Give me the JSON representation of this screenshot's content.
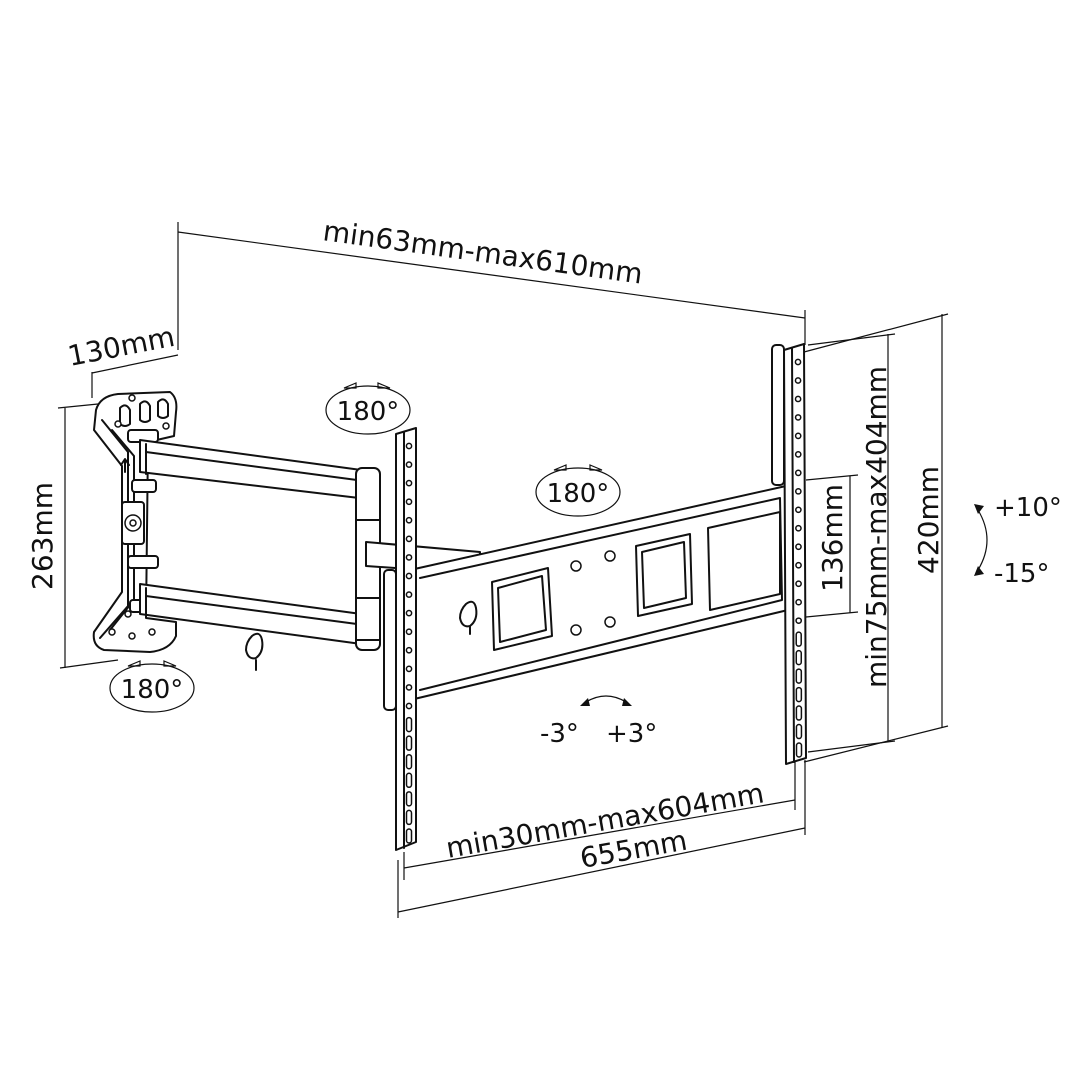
{
  "dimensions": {
    "arm_extension": "min63mm-max610mm",
    "wall_plate_depth": "130mm",
    "wall_plate_height": "263mm",
    "vesa_vertical_range": "min75mm-max404mm",
    "panel_height": "420mm",
    "arm_plate_height": "136mm",
    "vesa_horizontal_range": "min30mm-max604mm",
    "total_width": "655mm"
  },
  "rotations": {
    "arm_top_swivel": "180°",
    "head_swivel": "180°",
    "wall_bottom_swivel": "180°",
    "tilt_up": "+10°",
    "tilt_down": "-15°",
    "level_minus": "-3°",
    "level_plus": "+3°"
  },
  "colors": {
    "line": "#111111",
    "background": "#ffffff"
  }
}
